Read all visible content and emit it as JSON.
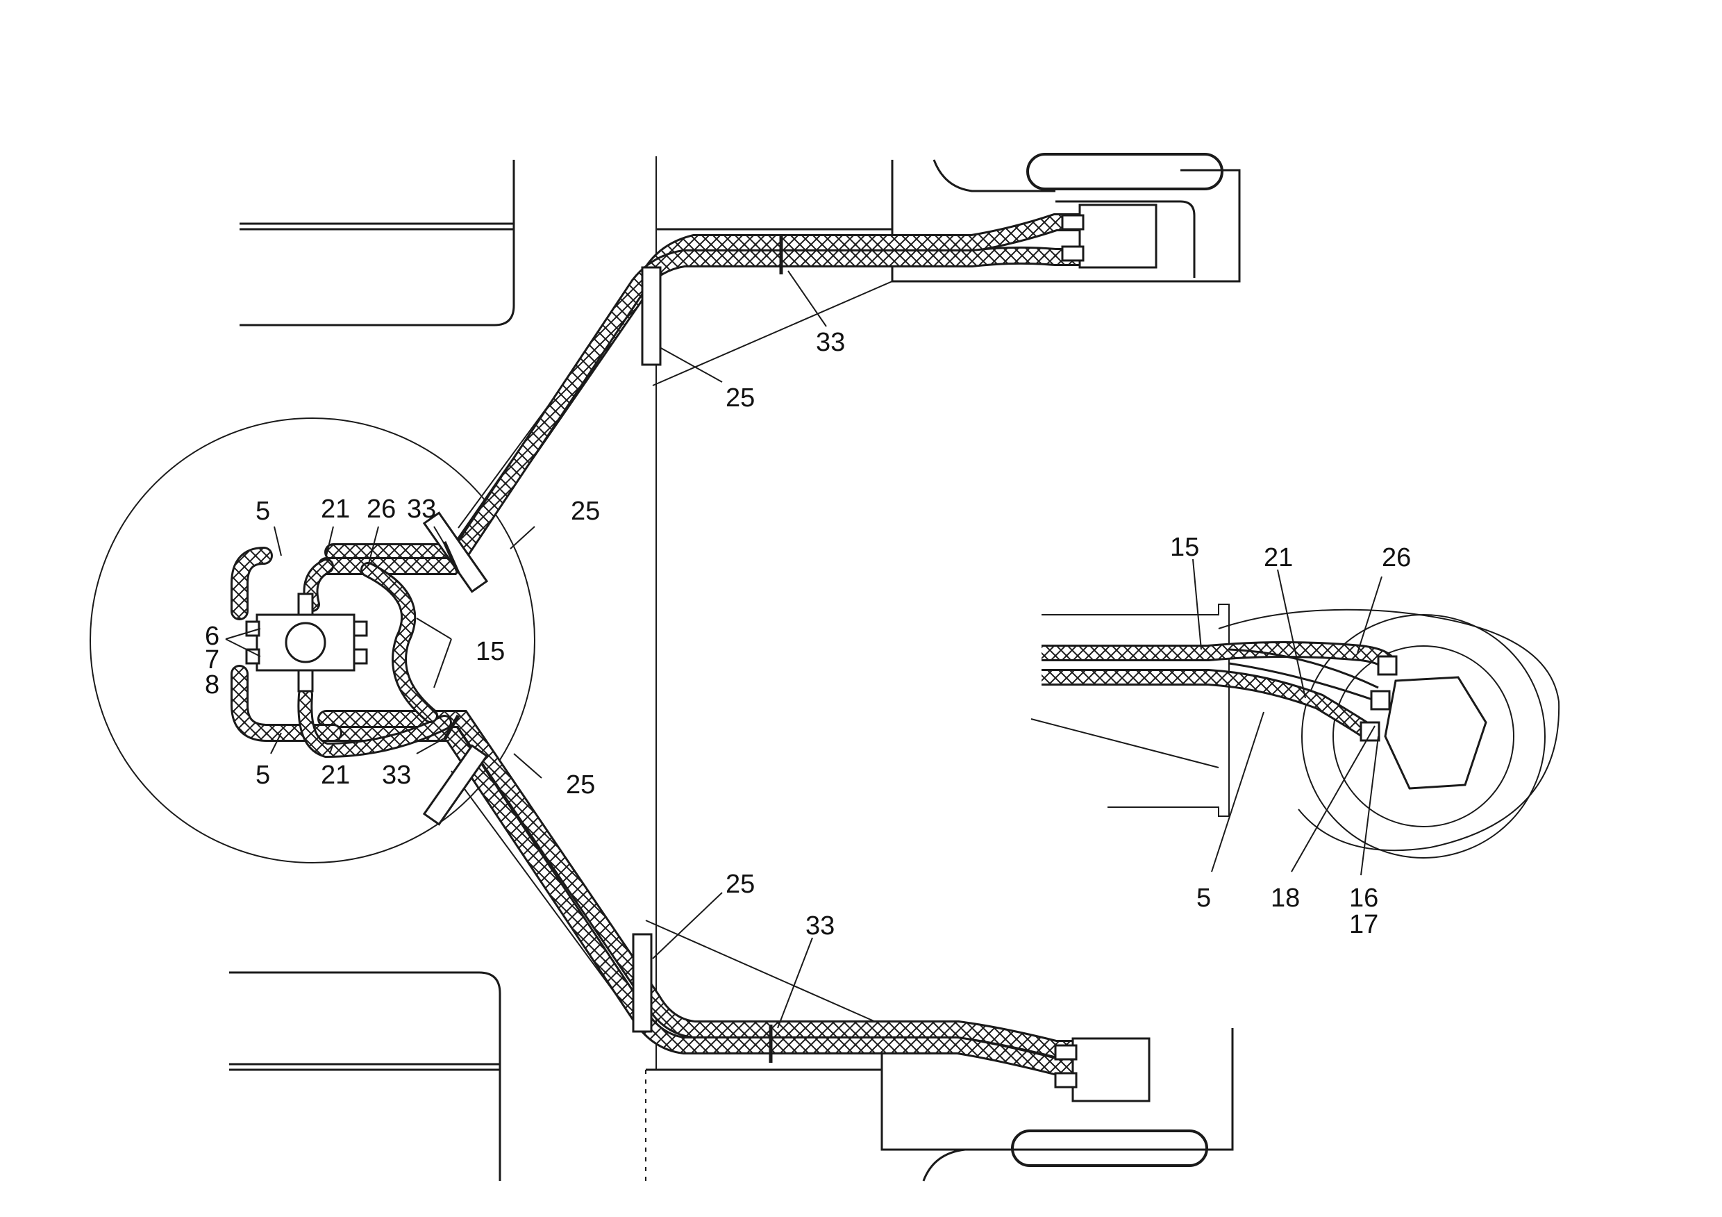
{
  "diagram": {
    "type": "hydraulic hose routing schematic",
    "colors": {
      "line": "#1a1a1a",
      "hose_fill": "#d9d9d9",
      "background": "#ffffff"
    },
    "callouts": {
      "c5a": "5",
      "c21a": "21",
      "c26a": "26",
      "c33a": "33",
      "c25a": "25",
      "c6": "6",
      "c7": "7",
      "c8": "8",
      "c15a": "15",
      "c5b": "5",
      "c21b": "21",
      "c33b": "33",
      "c25b": "25",
      "c33top": "33",
      "c25top": "25",
      "c25bot": "25",
      "c33bot": "33",
      "d15": "15",
      "d21": "21",
      "d26": "26",
      "d5": "5",
      "d18": "18",
      "d16": "16",
      "d17": "17"
    }
  }
}
